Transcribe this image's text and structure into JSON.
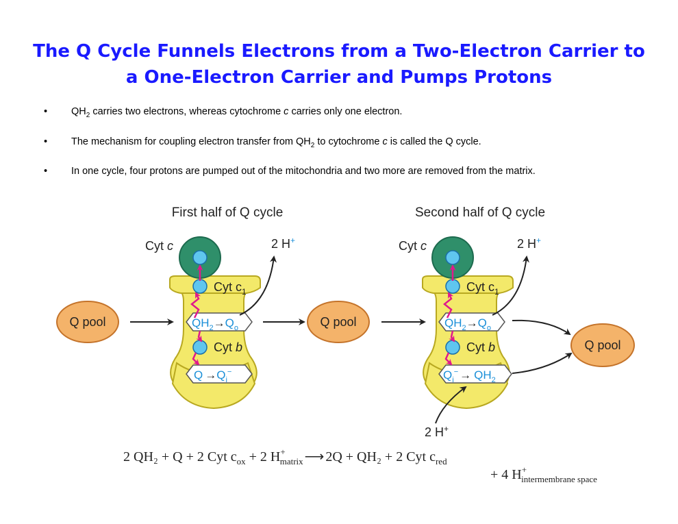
{
  "title": {
    "line1": "The Q Cycle Funnels Electrons from a Two-Electron Carrier to",
    "line2": "a One-Electron Carrier and Pumps Protons"
  },
  "bullets": [
    {
      "symbol": "•",
      "pre": "QH",
      "sub": "2",
      "mid": " carries two electrons, whereas cytochrome ",
      "ital": "c",
      "post": " carries only one electron."
    },
    {
      "symbol": "•",
      "pre": "The mechanism for coupling electron transfer from QH",
      "sub": "2",
      "mid": " to cytochrome ",
      "ital": "c",
      "post": " is called the Q cycle."
    },
    {
      "symbol": "•",
      "pre": "In one cycle, four protons are pumped out of the mitochondria and two more are removed from the matrix.",
      "sub": "",
      "mid": "",
      "ital": "",
      "post": ""
    }
  ],
  "diagram": {
    "first_half": {
      "title": "First half of Q cycle",
      "cyt_c": "Cyt",
      "cyt_c_ital": "c",
      "protons_out": "2 H",
      "protons_charge": "+",
      "cyt_c1": "Cyt c",
      "cyt_c1_sub": "1",
      "qh2_box": "QH",
      "qh2_sub": "2",
      "qo_label": "Q",
      "qo_sub": "o",
      "arrow": "→",
      "cyt_b": "Cyt",
      "cyt_b_ital": "b",
      "q_label": "Q",
      "qi_label": "Q",
      "qi_sub": "i",
      "qi_sup": "−",
      "pool_left": "Q pool",
      "pool_right": "Q pool"
    },
    "second_half": {
      "title": "Second half of Q cycle",
      "cyt_c": "Cyt",
      "cyt_c_ital": "c",
      "protons_out": "2 H",
      "protons_charge": "+",
      "cyt_c1": "Cyt c",
      "cyt_c1_sub": "1",
      "qh2_box": "QH",
      "qh2_sub": "2",
      "qo_label": "Q",
      "qo_sub": "o",
      "arrow": "→",
      "cyt_b": "Cyt",
      "cyt_b_ital": "b",
      "qi_label": "Q",
      "qi_sub": "i",
      "qi_sup": "−",
      "qh2_out": "QH",
      "qh2_out_sub": "2",
      "protons_in": "2 H",
      "protons_in_charge": "+",
      "pool_out": "Q pool"
    },
    "equation": {
      "line1": "2 QH₂  + Q + 2 Cyt c",
      "ox_sub": "ox",
      "plus_h": " + 2 H",
      "h_sup": "+",
      "matrix_sub": "matrix",
      "arrow": "⟶",
      "rhs": "2Q + QH₂  + 2 Cyt c",
      "red_sub": "red",
      "line2": "+ 4 H",
      "line2_sup": "+",
      "ims_sub": "intermembrane space"
    }
  },
  "colors": {
    "title": "#1a1aff",
    "complex_fill": "#f3e96a",
    "complex_stroke": "#b8a820",
    "pool_fill": "#f4b36a",
    "pool_stroke": "#c4732a",
    "cyt_c_green": "#2f8f6a",
    "carrier_blue": "#5fc6ef",
    "magenta": "#e0198c",
    "blue_text": "#1a8fd8"
  }
}
